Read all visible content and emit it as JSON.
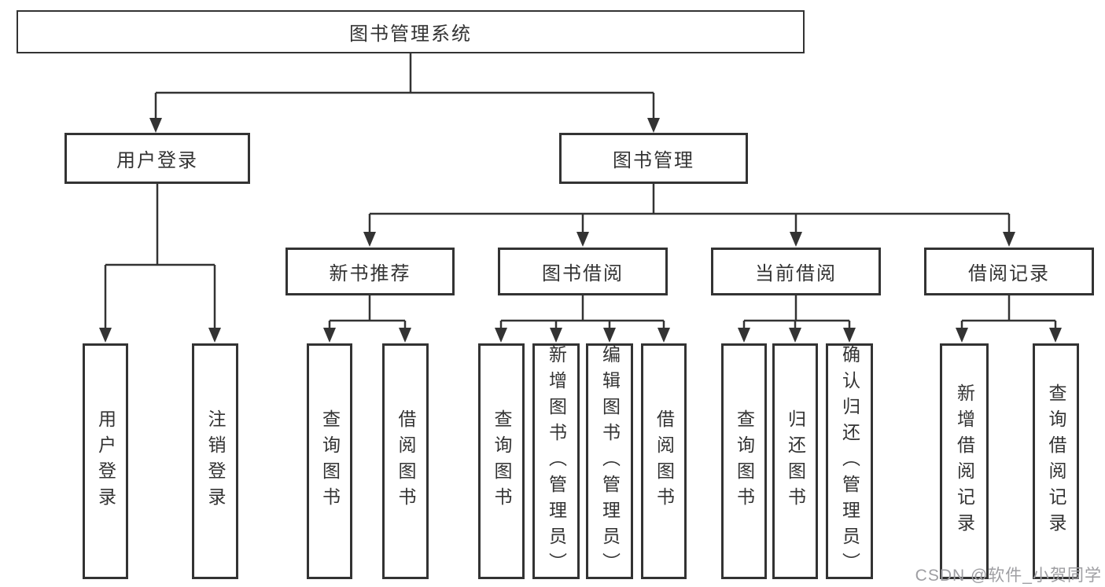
{
  "diagram": {
    "root": {
      "label": "图书管理系统"
    },
    "level2": [
      {
        "id": "user-login",
        "label": "用户登录"
      },
      {
        "id": "book-management",
        "label": "图书管理"
      }
    ],
    "level3": [
      {
        "id": "new-book-recommend",
        "label": "新书推荐"
      },
      {
        "id": "book-borrow",
        "label": "图书借阅"
      },
      {
        "id": "current-borrow",
        "label": "当前借阅"
      },
      {
        "id": "borrow-records",
        "label": "借阅记录"
      }
    ],
    "leaves": {
      "login": [
        "用户登录",
        "注销登录"
      ],
      "recommend": [
        "查询图书",
        "借阅图书"
      ],
      "borrow": [
        "查询图书",
        "新增图书（管理员）",
        "编辑图书（管理员）",
        "借阅图书"
      ],
      "current": [
        "查询图书",
        "归还图书",
        "确认归还（管理员）"
      ],
      "records": [
        "新增借阅记录",
        "查询借阅记录"
      ]
    }
  },
  "watermark": {
    "text": "CSDN @软件_小贺同学"
  },
  "colors": {
    "line": "#333333",
    "text": "#333333",
    "watermark": "#9e9ea2",
    "background": "#ffffff"
  }
}
